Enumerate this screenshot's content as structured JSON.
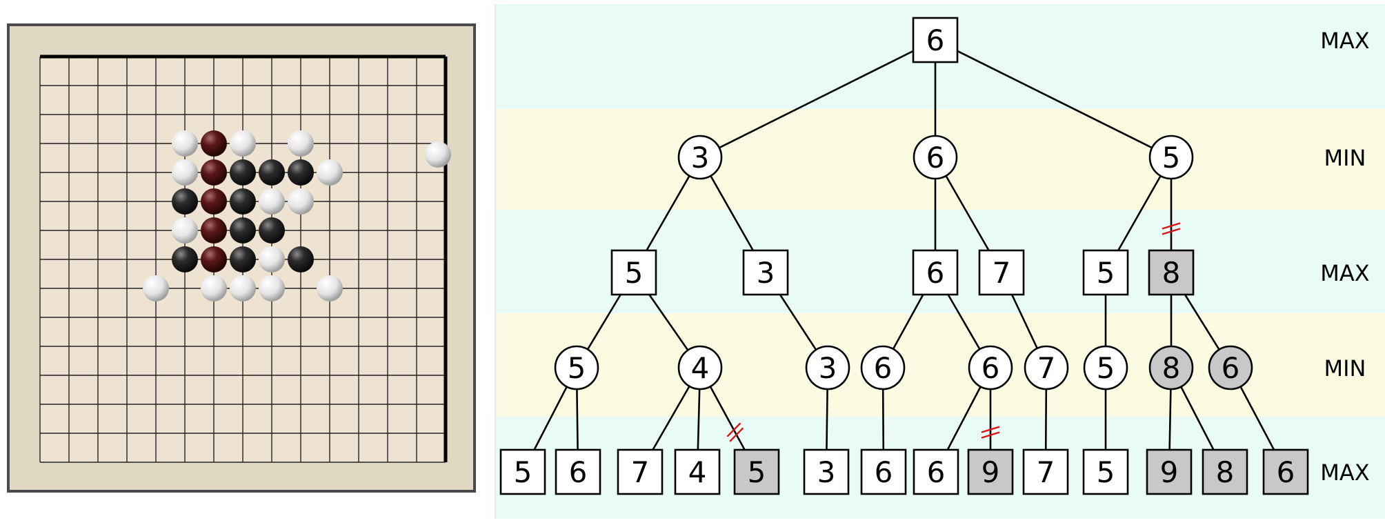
{
  "board": {
    "columns": 14,
    "rows": 14,
    "stones": [
      {
        "col": 5,
        "row": 3,
        "color": "white"
      },
      {
        "col": 6,
        "row": 3,
        "color": "red"
      },
      {
        "col": 7,
        "row": 3,
        "color": "white"
      },
      {
        "col": 9,
        "row": 3,
        "color": "white"
      },
      {
        "col": 5,
        "row": 4,
        "color": "white"
      },
      {
        "col": 6,
        "row": 4,
        "color": "red"
      },
      {
        "col": 7,
        "row": 4,
        "color": "black"
      },
      {
        "col": 8,
        "row": 4,
        "color": "black"
      },
      {
        "col": 9,
        "row": 4,
        "color": "black"
      },
      {
        "col": 10,
        "row": 4,
        "color": "white"
      },
      {
        "col": 5,
        "row": 5,
        "color": "black"
      },
      {
        "col": 6,
        "row": 5,
        "color": "red"
      },
      {
        "col": 7,
        "row": 5,
        "color": "black"
      },
      {
        "col": 8,
        "row": 5,
        "color": "white"
      },
      {
        "col": 9,
        "row": 5,
        "color": "white"
      },
      {
        "col": 5,
        "row": 6,
        "color": "white"
      },
      {
        "col": 6,
        "row": 6,
        "color": "red"
      },
      {
        "col": 7,
        "row": 6,
        "color": "black"
      },
      {
        "col": 8,
        "row": 6,
        "color": "black"
      },
      {
        "col": 5,
        "row": 7,
        "color": "black"
      },
      {
        "col": 6,
        "row": 7,
        "color": "red"
      },
      {
        "col": 7,
        "row": 7,
        "color": "black"
      },
      {
        "col": 8,
        "row": 7,
        "color": "white"
      },
      {
        "col": 9,
        "row": 7,
        "color": "black"
      },
      {
        "col": 4,
        "row": 8,
        "color": "white"
      },
      {
        "col": 6,
        "row": 8,
        "color": "white"
      },
      {
        "col": 7,
        "row": 8,
        "color": "white"
      },
      {
        "col": 8,
        "row": 8,
        "color": "white"
      },
      {
        "col": 10,
        "row": 8,
        "color": "white"
      }
    ],
    "outside_stone": {
      "color": "white"
    }
  },
  "tree": {
    "levels": [
      "MAX",
      "MIN",
      "MAX",
      "MIN",
      "MAX"
    ],
    "nodes": [
      {
        "id": "r",
        "level": 0,
        "value": "6",
        "pruned": false
      },
      {
        "id": "a",
        "level": 1,
        "value": "3",
        "pruned": false,
        "parent": "r"
      },
      {
        "id": "b",
        "level": 1,
        "value": "6",
        "pruned": false,
        "parent": "r"
      },
      {
        "id": "c",
        "level": 1,
        "value": "5",
        "pruned": false,
        "parent": "r"
      },
      {
        "id": "a1",
        "level": 2,
        "value": "5",
        "pruned": false,
        "parent": "a"
      },
      {
        "id": "a2",
        "level": 2,
        "value": "3",
        "pruned": false,
        "parent": "a"
      },
      {
        "id": "b1",
        "level": 2,
        "value": "6",
        "pruned": false,
        "parent": "b"
      },
      {
        "id": "b2",
        "level": 2,
        "value": "7",
        "pruned": false,
        "parent": "b"
      },
      {
        "id": "c1",
        "level": 2,
        "value": "5",
        "pruned": false,
        "parent": "c"
      },
      {
        "id": "c2",
        "level": 2,
        "value": "8",
        "pruned": true,
        "parent": "c",
        "cut": true
      },
      {
        "id": "a1a",
        "level": 3,
        "value": "5",
        "pruned": false,
        "parent": "a1"
      },
      {
        "id": "a1b",
        "level": 3,
        "value": "4",
        "pruned": false,
        "parent": "a1"
      },
      {
        "id": "a2a",
        "level": 3,
        "value": "3",
        "pruned": false,
        "parent": "a2"
      },
      {
        "id": "b1a",
        "level": 3,
        "value": "6",
        "pruned": false,
        "parent": "b1"
      },
      {
        "id": "b1b",
        "level": 3,
        "value": "6",
        "pruned": false,
        "parent": "b1"
      },
      {
        "id": "b2a",
        "level": 3,
        "value": "7",
        "pruned": false,
        "parent": "b2"
      },
      {
        "id": "c1a",
        "level": 3,
        "value": "5",
        "pruned": false,
        "parent": "c1"
      },
      {
        "id": "c2a",
        "level": 3,
        "value": "8",
        "pruned": true,
        "parent": "c2"
      },
      {
        "id": "c2b",
        "level": 3,
        "value": "6",
        "pruned": true,
        "parent": "c2"
      },
      {
        "id": "l1",
        "level": 4,
        "value": "5",
        "pruned": false,
        "parent": "a1a"
      },
      {
        "id": "l2",
        "level": 4,
        "value": "6",
        "pruned": false,
        "parent": "a1a"
      },
      {
        "id": "l3",
        "level": 4,
        "value": "7",
        "pruned": false,
        "parent": "a1b"
      },
      {
        "id": "l4",
        "level": 4,
        "value": "4",
        "pruned": false,
        "parent": "a1b"
      },
      {
        "id": "l5",
        "level": 4,
        "value": "5",
        "pruned": true,
        "parent": "a1b",
        "cut": true
      },
      {
        "id": "l6",
        "level": 4,
        "value": "3",
        "pruned": false,
        "parent": "a2a"
      },
      {
        "id": "l7",
        "level": 4,
        "value": "6",
        "pruned": false,
        "parent": "b1a"
      },
      {
        "id": "l8",
        "level": 4,
        "value": "6",
        "pruned": false,
        "parent": "b1b"
      },
      {
        "id": "l9",
        "level": 4,
        "value": "9",
        "pruned": true,
        "parent": "b1b",
        "cut": true
      },
      {
        "id": "l10",
        "level": 4,
        "value": "7",
        "pruned": false,
        "parent": "b2a"
      },
      {
        "id": "l11",
        "level": 4,
        "value": "5",
        "pruned": false,
        "parent": "c1a"
      },
      {
        "id": "l12",
        "level": 4,
        "value": "9",
        "pruned": true,
        "parent": "c2a"
      },
      {
        "id": "l13",
        "level": 4,
        "value": "8",
        "pruned": true,
        "parent": "c2a"
      },
      {
        "id": "l14",
        "level": 4,
        "value": "6",
        "pruned": true,
        "parent": "c2b"
      }
    ],
    "colors": {
      "max_band": "#e8fbf6",
      "min_band": "#fbfbe1",
      "pruned_fill": "#c8c8c8",
      "cut_mark": "#dd1111"
    }
  }
}
